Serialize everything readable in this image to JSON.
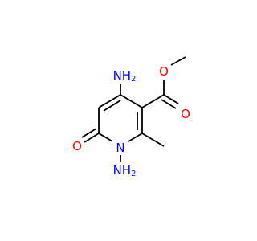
{
  "colors": {
    "background": "#ffffff",
    "bond": "#000000",
    "oxygen": "#ff0000",
    "nitrogen": "#0000ff"
  },
  "labels": {
    "amino_4": "NH",
    "amino_4_sub": "2",
    "ring_n": "N",
    "n_amino": "NH",
    "n_amino_sub": "2",
    "carbonyl_o": "O",
    "ester_carbonyl_o": "O",
    "ester_o": "O"
  }
}
